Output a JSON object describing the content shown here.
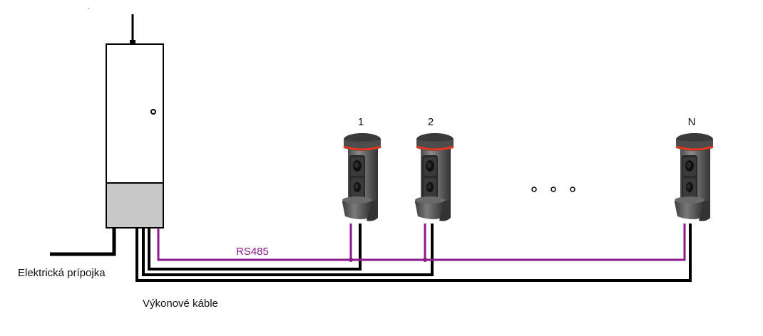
{
  "labels": {
    "station_1": "1",
    "station_2": "2",
    "station_n": "N",
    "bus": "RS485",
    "grid_connection": "Elektrická prípojka",
    "power_cables": "Výkonové káble"
  },
  "colors": {
    "rs485_bus": "#8b1a8b",
    "power_cable": "#000000",
    "cabinet_lower": "#c8c8c8",
    "station_body": "#5a5a5a",
    "station_ring": "#e8361c"
  },
  "stations": [
    {
      "label_key": "station_1"
    },
    {
      "label_key": "station_2"
    },
    {
      "label_key": "station_n"
    }
  ]
}
